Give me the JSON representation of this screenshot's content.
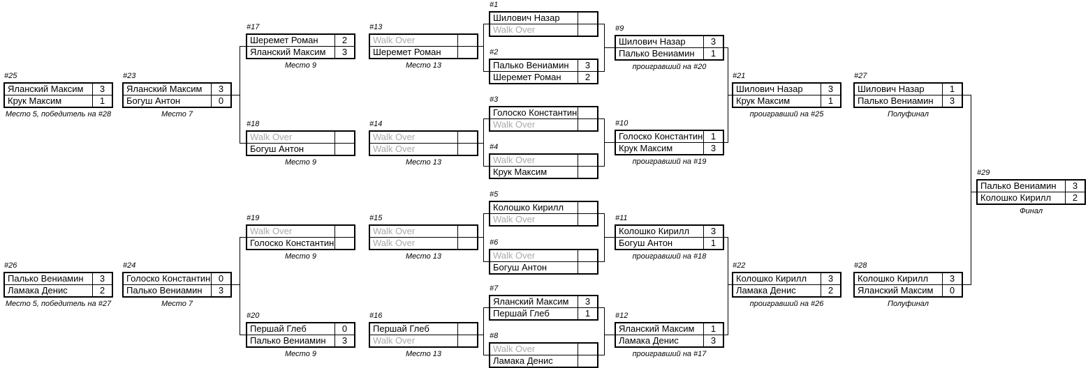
{
  "bracket": {
    "final_label": "Финал",
    "semifinal_label": "Полуфинал",
    "walkover_text_color": "#a9a9a9",
    "line_color": "#000000",
    "matches": [
      {
        "id": "#1",
        "label": "",
        "players": [
          {
            "name": "Шилович Назар",
            "score": "",
            "walkover": false
          },
          {
            "name": "Walk Over",
            "score": "",
            "walkover": true
          }
        ]
      },
      {
        "id": "#2",
        "label": "",
        "players": [
          {
            "name": "Палько Вениамин",
            "score": "3",
            "walkover": false
          },
          {
            "name": "Шеремет Роман",
            "score": "2",
            "walkover": false
          }
        ]
      },
      {
        "id": "#3",
        "label": "",
        "players": [
          {
            "name": "Голоско Константин",
            "score": "",
            "walkover": false
          },
          {
            "name": "Walk Over",
            "score": "",
            "walkover": true
          }
        ]
      },
      {
        "id": "#4",
        "label": "",
        "players": [
          {
            "name": "Walk Over",
            "score": "",
            "walkover": true
          },
          {
            "name": "Крук Максим",
            "score": "",
            "walkover": false
          }
        ]
      },
      {
        "id": "#5",
        "label": "",
        "players": [
          {
            "name": "Колошко Кирилл",
            "score": "",
            "walkover": false
          },
          {
            "name": "Walk Over",
            "score": "",
            "walkover": true
          }
        ]
      },
      {
        "id": "#6",
        "label": "",
        "players": [
          {
            "name": "Walk Over",
            "score": "",
            "walkover": true
          },
          {
            "name": "Богуш Антон",
            "score": "",
            "walkover": false
          }
        ]
      },
      {
        "id": "#7",
        "label": "",
        "players": [
          {
            "name": "Яланский Максим",
            "score": "3",
            "walkover": false
          },
          {
            "name": "Першай Глеб",
            "score": "1",
            "walkover": false
          }
        ]
      },
      {
        "id": "#8",
        "label": "",
        "players": [
          {
            "name": "Walk Over",
            "score": "",
            "walkover": true
          },
          {
            "name": "Ламака Денис",
            "score": "",
            "walkover": false
          }
        ]
      },
      {
        "id": "#9",
        "label": "проигравший на #20",
        "players": [
          {
            "name": "Шилович Назар",
            "score": "3",
            "walkover": false
          },
          {
            "name": "Палько Вениамин",
            "score": "1",
            "walkover": false
          }
        ]
      },
      {
        "id": "#10",
        "label": "проигравший на #19",
        "players": [
          {
            "name": "Голоско Константин",
            "score": "1",
            "walkover": false
          },
          {
            "name": "Крук Максим",
            "score": "3",
            "walkover": false
          }
        ]
      },
      {
        "id": "#11",
        "label": "проигравший на #18",
        "players": [
          {
            "name": "Колошко Кирилл",
            "score": "3",
            "walkover": false
          },
          {
            "name": "Богуш Антон",
            "score": "1",
            "walkover": false
          }
        ]
      },
      {
        "id": "#12",
        "label": "проигравший на #17",
        "players": [
          {
            "name": "Яланский Максим",
            "score": "1",
            "walkover": false
          },
          {
            "name": "Ламака Денис",
            "score": "3",
            "walkover": false
          }
        ]
      },
      {
        "id": "#13",
        "label": "Место 13",
        "players": [
          {
            "name": "Walk Over",
            "score": "",
            "walkover": true
          },
          {
            "name": "Шеремет Роман",
            "score": "",
            "walkover": false
          }
        ]
      },
      {
        "id": "#14",
        "label": "Место 13",
        "players": [
          {
            "name": "Walk Over",
            "score": "",
            "walkover": true
          },
          {
            "name": "Walk Over",
            "score": "",
            "walkover": true
          }
        ]
      },
      {
        "id": "#15",
        "label": "Место 13",
        "players": [
          {
            "name": "Walk Over",
            "score": "",
            "walkover": true
          },
          {
            "name": "Walk Over",
            "score": "",
            "walkover": true
          }
        ]
      },
      {
        "id": "#16",
        "label": "Место 13",
        "players": [
          {
            "name": "Першай Глеб",
            "score": "",
            "walkover": false
          },
          {
            "name": "Walk Over",
            "score": "",
            "walkover": true
          }
        ]
      },
      {
        "id": "#17",
        "label": "Место 9",
        "players": [
          {
            "name": "Шеремет Роман",
            "score": "2",
            "walkover": false
          },
          {
            "name": "Яланский Максим",
            "score": "3",
            "walkover": false
          }
        ]
      },
      {
        "id": "#18",
        "label": "Место 9",
        "players": [
          {
            "name": "Walk Over",
            "score": "",
            "walkover": true
          },
          {
            "name": "Богуш Антон",
            "score": "",
            "walkover": false
          }
        ]
      },
      {
        "id": "#19",
        "label": "Место 9",
        "players": [
          {
            "name": "Walk Over",
            "score": "",
            "walkover": true
          },
          {
            "name": "Голоско Константин",
            "score": "",
            "walkover": false
          }
        ]
      },
      {
        "id": "#20",
        "label": "Место 9",
        "players": [
          {
            "name": "Першай Глеб",
            "score": "0",
            "walkover": false
          },
          {
            "name": "Палько Вениамин",
            "score": "3",
            "walkover": false
          }
        ]
      },
      {
        "id": "#21",
        "label": "проигравший на #25",
        "players": [
          {
            "name": "Шилович Назар",
            "score": "3",
            "walkover": false
          },
          {
            "name": "Крук Максим",
            "score": "1",
            "walkover": false
          }
        ]
      },
      {
        "id": "#22",
        "label": "проигравший на #26",
        "players": [
          {
            "name": "Колошко Кирилл",
            "score": "3",
            "walkover": false
          },
          {
            "name": "Ламака Денис",
            "score": "2",
            "walkover": false
          }
        ]
      },
      {
        "id": "#23",
        "label": "Место 7",
        "players": [
          {
            "name": "Яланский Максим",
            "score": "3",
            "walkover": false
          },
          {
            "name": "Богуш Антон",
            "score": "0",
            "walkover": false
          }
        ]
      },
      {
        "id": "#24",
        "label": "Место 7",
        "players": [
          {
            "name": "Голоско Константин",
            "score": "0",
            "walkover": false
          },
          {
            "name": "Палько Вениамин",
            "score": "3",
            "walkover": false
          }
        ]
      },
      {
        "id": "#25",
        "label": "Место 5, победитель на #28",
        "players": [
          {
            "name": "Яланский Максим",
            "score": "3",
            "walkover": false
          },
          {
            "name": "Крук Максим",
            "score": "1",
            "walkover": false
          }
        ]
      },
      {
        "id": "#26",
        "label": "Место 5, победитель на #27",
        "players": [
          {
            "name": "Палько Вениамин",
            "score": "3",
            "walkover": false
          },
          {
            "name": "Ламака Денис",
            "score": "2",
            "walkover": false
          }
        ]
      },
      {
        "id": "#27",
        "label": "Полуфинал",
        "players": [
          {
            "name": "Шилович Назар",
            "score": "1",
            "walkover": false
          },
          {
            "name": "Палько Вениамин",
            "score": "3",
            "walkover": false
          }
        ]
      },
      {
        "id": "#28",
        "label": "Полуфинал",
        "players": [
          {
            "name": "Колошко Кирилл",
            "score": "3",
            "walkover": false
          },
          {
            "name": "Яланский Максим",
            "score": "0",
            "walkover": false
          }
        ]
      },
      {
        "id": "#29",
        "label": "Финал",
        "players": [
          {
            "name": "Палько Вениамин",
            "score": "3",
            "walkover": false
          },
          {
            "name": "Колошко Кирилл",
            "score": "2",
            "walkover": false
          }
        ]
      }
    ]
  }
}
